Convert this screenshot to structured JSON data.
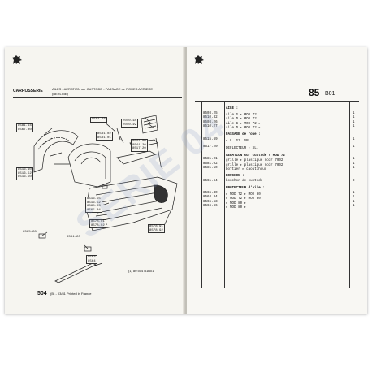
{
  "left_page": {
    "title_label": "CARROSSERIE",
    "title_text": "AILES - AERATION sur CUSTODE - PASSAGE de ROUES ARRIERE",
    "title_sub": "(BERLINE)",
    "callouts": [
      "8581.64",
      "8567.80",
      "8567.81",
      "7040.18",
      "7040.19",
      "8581.02",
      "8581.01",
      "8541.09",
      "8541.20",
      "8517.20",
      "8516.10",
      "8516.52",
      "8516.50",
      "8516.55",
      "8516.52",
      "8565.03",
      "8565.04",
      "8578.91",
      "8578.92",
      "8565.28",
      "8561.20",
      "8563",
      "8564"
    ],
    "caption": "(1) 80   504 B1B01",
    "footer_number": "504",
    "footer_text": "(B) - 03/81 Printed in France"
  },
  "right_page": {
    "page_number": "85",
    "section_code": "B01",
    "groups": [
      {
        "heading": "AILE :",
        "rows": [
          {
            "code": "8503.25",
            "desc": "aile G ▸ MOD 72",
            "qty": "1"
          },
          {
            "code": "8510.32",
            "desc": "aile D ▸ MOD 72",
            "qty": "1"
          },
          {
            "code": "8503.26",
            "desc": "aile G ▸ MOD 72 ▸",
            "qty": "1"
          },
          {
            "code": "8510.27",
            "desc": "aile D ▸ MOD 72 ▸",
            "qty": "1"
          }
        ]
      },
      {
        "heading": "PASSAGE de roue :",
        "rows": [
          {
            "code": "8515.69",
            "desc": "▸ L. G1. SR.",
            "qty": "1"
          }
        ]
      },
      {
        "heading": "",
        "rows": [
          {
            "code": "8517.20",
            "desc": "DEFLECTEUR ▸ SL.",
            "qty": "1"
          }
        ]
      },
      {
        "heading": "AERATION sur custode ▸ MOD 72 :",
        "rows": [
          {
            "code": "8581.01",
            "desc": "grille ▸ plastique noir 7002",
            "qty": "1"
          },
          {
            "code": "8581.02",
            "desc": "grille ▸ plastique noir 7002",
            "qty": "1"
          },
          {
            "code": "8581.10",
            "desc": "bo?tier ▸ caoutchouc",
            "qty": "1"
          }
        ]
      },
      {
        "heading": "BOUCHON :",
        "rows": [
          {
            "code": "8561.64",
            "desc": "bouchon de custode",
            "qty": "2"
          }
        ]
      },
      {
        "heading": "PROTECTEUR d'aile :",
        "rows": [
          {
            "code": "8565.40",
            "desc": "▸ MOD 72 ▸ MOD 80",
            "qty": "1"
          },
          {
            "code": "8564.34",
            "desc": "▸ MOD 72 ▸ MOD 80",
            "qty": "1"
          },
          {
            "code": "8565.53",
            "desc": "▸ MOD 80 ▸",
            "qty": "1"
          },
          {
            "code": "8566.66",
            "desc": "▸ MOD 80 ▸",
            "qty": "1"
          }
        ]
      }
    ]
  },
  "watermark": "SERIE 04",
  "colors": {
    "page": "#f6f5f0",
    "ink": "#111111",
    "watermark": "#8ca0c8"
  }
}
